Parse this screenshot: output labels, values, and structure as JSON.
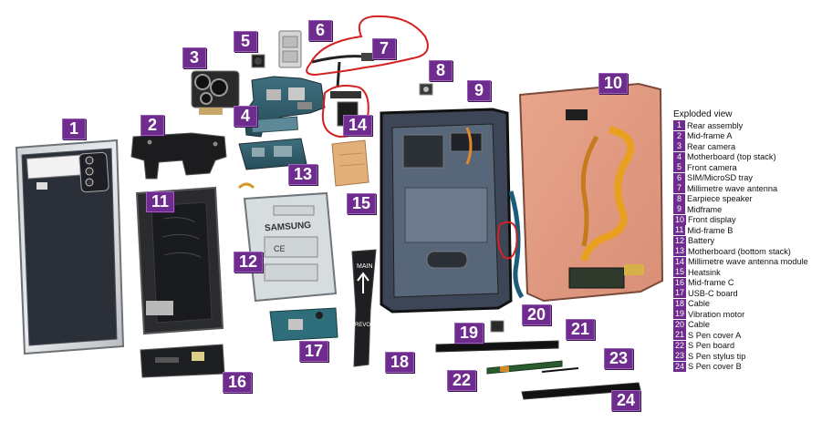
{
  "colors": {
    "tag_bg": "#6e2c8e",
    "tag_text": "#ffffff",
    "annotation_red": "#d42020"
  },
  "part_tags": [
    "1",
    "2",
    "3",
    "4",
    "5",
    "6",
    "7",
    "8",
    "9",
    "10",
    "11",
    "12",
    "13",
    "14",
    "15",
    "16",
    "17",
    "18",
    "19",
    "20",
    "21",
    "22",
    "23",
    "24"
  ],
  "legend": {
    "title": "Exploded view",
    "items": [
      {
        "num": "1",
        "label": "Rear assembly"
      },
      {
        "num": "2",
        "label": "Mid-frame A"
      },
      {
        "num": "3",
        "label": "Rear camera"
      },
      {
        "num": "4",
        "label": "Motherboard (top stack)"
      },
      {
        "num": "5",
        "label": "Front camera"
      },
      {
        "num": "6",
        "label": "SIM/MicroSD tray"
      },
      {
        "num": "7",
        "label": "Millimetre wave antenna"
      },
      {
        "num": "8",
        "label": "Earpiece speaker"
      },
      {
        "num": "9",
        "label": "Midframe"
      },
      {
        "num": "10",
        "label": "Front display"
      },
      {
        "num": "11",
        "label": "Mid-frame B"
      },
      {
        "num": "12",
        "label": "Battery"
      },
      {
        "num": "13",
        "label": "Motherboard (bottom stack)"
      },
      {
        "num": "14",
        "label": "Millimetre wave antenna module"
      },
      {
        "num": "15",
        "label": "Heatsink"
      },
      {
        "num": "16",
        "label": "Mid-frame C"
      },
      {
        "num": "17",
        "label": "USB-C board"
      },
      {
        "num": "18",
        "label": "Cable"
      },
      {
        "num": "19",
        "label": "Vibration motor"
      },
      {
        "num": "20",
        "label": "Cable"
      },
      {
        "num": "21",
        "label": "S Pen cover A"
      },
      {
        "num": "22",
        "label": "S Pen board"
      },
      {
        "num": "23",
        "label": "S Pen stylus tip"
      },
      {
        "num": "24",
        "label": "S Pen cover B"
      }
    ]
  },
  "battery_text": {
    "brand": "SAMSUNG",
    "ce": "CE"
  },
  "cable_text": {
    "main": "MAIN",
    "revola": "REVOLA"
  }
}
